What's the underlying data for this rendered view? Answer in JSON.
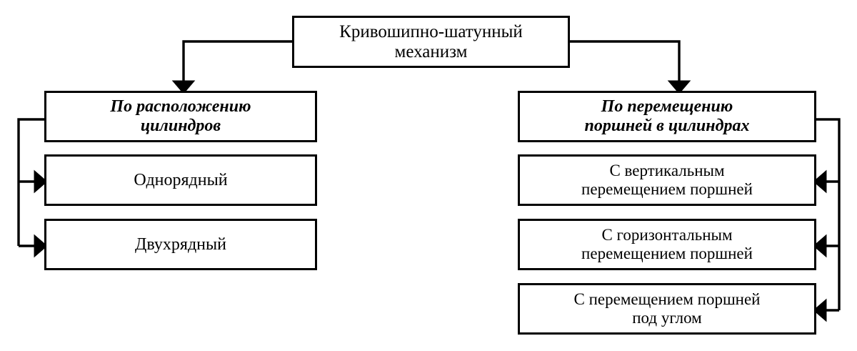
{
  "diagram": {
    "title": "Кривошипно-шатунный механизм",
    "style": {
      "line_color": "#000000",
      "box_fill": "#ffffff",
      "text_color": "#000000",
      "background": "#ffffff"
    },
    "root": {
      "id": "root",
      "label": "Кривошипно-шатунный\nмеханизм"
    },
    "branches": [
      {
        "id": "branch-left",
        "category": {
          "id": "category-cylinder-arrangement",
          "label": "По расположению\nцилиндров"
        },
        "children": [
          {
            "id": "leaf-single-row",
            "label": "Однорядный"
          },
          {
            "id": "leaf-double-row",
            "label": "Двухрядный"
          }
        ]
      },
      {
        "id": "branch-right",
        "category": {
          "id": "category-piston-movement",
          "label": "По перемещению\nпоршней в цилиндрах"
        },
        "children": [
          {
            "id": "leaf-vertical",
            "label": "С вертикальным\nперемещением поршней"
          },
          {
            "id": "leaf-horizontal",
            "label": "С горизонтальным\nперемещением поршней"
          },
          {
            "id": "leaf-angled",
            "label": "С перемещением поршней\nпод углом"
          }
        ]
      }
    ]
  }
}
